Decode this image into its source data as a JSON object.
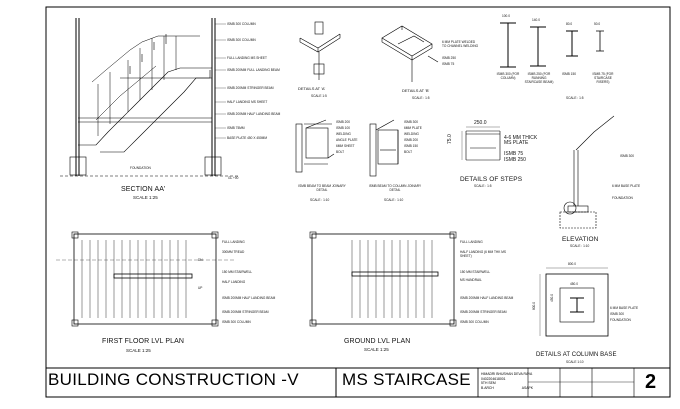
{
  "section_aa": {
    "labels": [
      "ISMB 300 COLUMN",
      "ISMB 300 COLUMN",
      "FULL LANDING MS SHEET",
      "ISMB 200MM FULL LANDING BEAM",
      "ISMB 200MM STRINGER BEAM",
      "HALF LANDING MS SHEET",
      "ISMB 200MM HALF LANDING BEAM",
      "ISMB 75MM",
      "BASE PLATE 450 X 450MM"
    ],
    "foundation": "FOUNDATION",
    "gl": "GL +00",
    "title": "SECTION AA'",
    "scale": "SCALE 1:25"
  },
  "detail_a": {
    "title": "DETAILS AT 'A'",
    "scale": "SCALE 1:5"
  },
  "detail_b": {
    "labels": [
      "6 MM PLATE WELDED TO CHANNEL WELDING",
      "ISMB 250",
      "ISMB 75"
    ],
    "title": "DETAILS AT 'B'",
    "scale": "SCALE : 1:5"
  },
  "sections": {
    "items": [
      {
        "name": "ISMB 300 (FOR COLUMN)"
      },
      {
        "name": "ISMB 250 (FOR RUNNING STAIRCASE BEAM)"
      },
      {
        "name": "ISMB 150"
      },
      {
        "name": "ISMB 75 (FOR STAIRCASE RISERS)"
      }
    ],
    "scale": "SCALE : 1:5",
    "dims": [
      "100.0",
      "140.0",
      "80.0",
      "50.0"
    ]
  },
  "beam_to_beam": {
    "title": "ISMB BEAM TO BEAM JOINARY DETAIL",
    "scale": "SCALE : 1:10",
    "labels": [
      "ISMB 200",
      "ISMB 100",
      "WELDING",
      "ANGLE PLATE",
      "6MM SHEET",
      "BOLT"
    ]
  },
  "beam_to_column": {
    "title": "ISMB BEAM TO COLUMN JOINARY DETAIL",
    "scale": "SCALE : 1:10",
    "labels": [
      "ISMB 300",
      "6MM PLATE",
      "WELDING",
      "ISMB 200",
      "ISMB 150",
      "BOLT"
    ]
  },
  "steps": {
    "dim_w": "250.0",
    "dim_h": "75.0",
    "labels": [
      "4-6 MM THICK MS PLATE",
      "ISMB 75",
      "ISMB 250"
    ],
    "title": "DETAILS OF STEPS",
    "scale": "SCALE : 1:5"
  },
  "elevation": {
    "labels": [
      "ISMB 300",
      "6 MM BASE PLATE",
      "FOUNDATION"
    ],
    "title": "ELEVATION",
    "scale": "SCALE : 1:10"
  },
  "first_floor": {
    "labels": [
      "FULL LANDING",
      "300MM TREAD",
      "UP",
      "150 MM STAIRWELL",
      "HALF LANDING",
      "ISMB 200MM HALF LANDING BEAM",
      "ISMB 200MM STRINGER BEAM",
      "ISMB 300 COLUMN"
    ],
    "dn": "DN",
    "title": "FIRST FLOOR LVL PLAN",
    "scale": "SCALE 1:25"
  },
  "ground": {
    "labels": [
      "FULL LANDING",
      "HALF LANDING (6 MM THK MS SHEET)",
      "150 MM STAIRWELL",
      "MS HANDRAIL",
      "ISMB 200MM HALF LANDING BEAM",
      "ISMB 200MM STRINGER BEAM",
      "ISMB 300 COLUMN"
    ],
    "title": "GROUND LVL PLAN",
    "scale": "SCALE 1:25"
  },
  "column_base": {
    "dims": [
      "800.0",
      "450.0",
      "450.0",
      "800.0"
    ],
    "labels": [
      "6 MM BASE PLATE",
      "ISMB 300",
      "FOUNDATION"
    ],
    "title": "DETAILS AT COLUMN BASE",
    "scale": "SCALE 1:10"
  },
  "title_block": {
    "course": "BUILDING CONSTRUCTION -V",
    "topic": "MS STAIRCASE",
    "student_lines": [
      "HIMADRI BHUSHAN DEVA RAYA",
      "0402204618001",
      "5TH SEM",
      "B.ARCH",
      "ASAPK"
    ],
    "sheet_no": "2"
  }
}
